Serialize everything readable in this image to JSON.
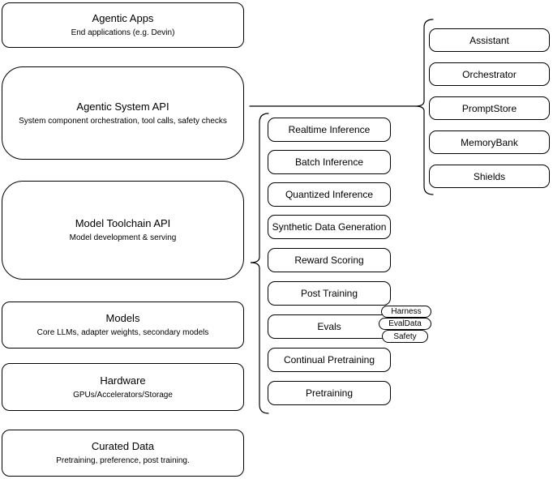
{
  "colors": {
    "stroke": "#000000",
    "fill": "#ffffff",
    "text": "#000000",
    "background": "#ffffff"
  },
  "layers": [
    {
      "title": "Agentic Apps",
      "subtitle": "End applications (e.g. Devin)"
    },
    {
      "title": "Agentic System API",
      "subtitle": "System component orchestration, tool calls, safety checks"
    },
    {
      "title": "Model Toolchain API",
      "subtitle": "Model development & serving"
    },
    {
      "title": "Models",
      "subtitle": "Core LLMs, adapter weights, secondary models"
    },
    {
      "title": "Hardware",
      "subtitle": "GPUs/Accelerators/Storage"
    },
    {
      "title": "Curated Data",
      "subtitle": "Pretraining, preference, post training."
    }
  ],
  "toolchain": {
    "items": [
      "Realtime Inference",
      "Batch Inference",
      "Quantized Inference",
      "Synthetic Data Generation",
      "Reward Scoring",
      "Post Training",
      "Evals",
      "Continual Pretraining",
      "Pretraining"
    ]
  },
  "evals_tags": [
    "Harness",
    "EvalData",
    "Safety"
  ],
  "system_components": [
    "Assistant",
    "Orchestrator",
    "PromptStore",
    "MemoryBank",
    "Shields"
  ]
}
